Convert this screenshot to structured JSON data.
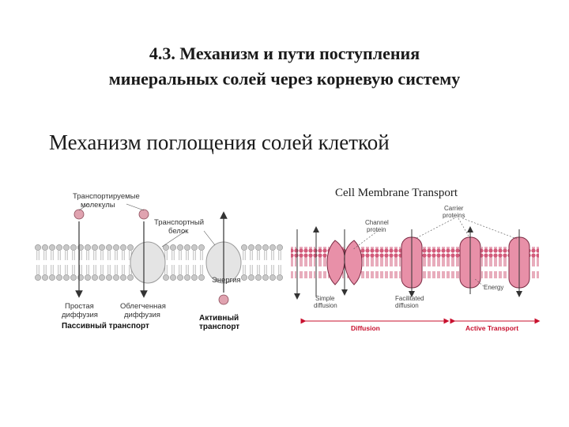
{
  "slide": {
    "title_line1": "4.3. Механизм и пути поступления",
    "title_line2": "минеральных солей через корневую систему",
    "subtitle": "Механизм поглощения солей клеткой"
  },
  "left_diagram": {
    "transported_molecules_line1": "Транспортируемые",
    "transported_molecules_line2": "молекулы",
    "transport_protein_line1": "Транспортный",
    "transport_protein_line2": "белок",
    "energy": "Энергия",
    "simple_diffusion_line1": "Простая",
    "simple_diffusion_line2": "диффузия",
    "facilitated_diffusion_line1": "Облегченная",
    "facilitated_diffusion_line2": "диффузия",
    "passive_transport": "Пассивный транспорт",
    "active_transport_line1": "Активный",
    "active_transport_line2": "транспорт"
  },
  "right_diagram": {
    "title": "Cell Membrane Transport",
    "channel_protein_line1": "Channel",
    "channel_protein_line2": "protein",
    "carrier_proteins_line1": "Carrier",
    "carrier_proteins_line2": "proteins",
    "energy": "Energy",
    "simple_diffusion_line1": "Simple",
    "simple_diffusion_line2": "diffusion",
    "facilitated_diffusion_line1": "Facilitated",
    "facilitated_diffusion_line2": "diffusion",
    "diffusion": "Diffusion",
    "active_transport": "Active Transport"
  },
  "colors": {
    "membrane_head": "#c9c9c9",
    "molecule": "#e0a3b0",
    "right_membrane": "#d25a7a",
    "right_protein": "#e890a8",
    "accent_red": "#c8102e"
  }
}
